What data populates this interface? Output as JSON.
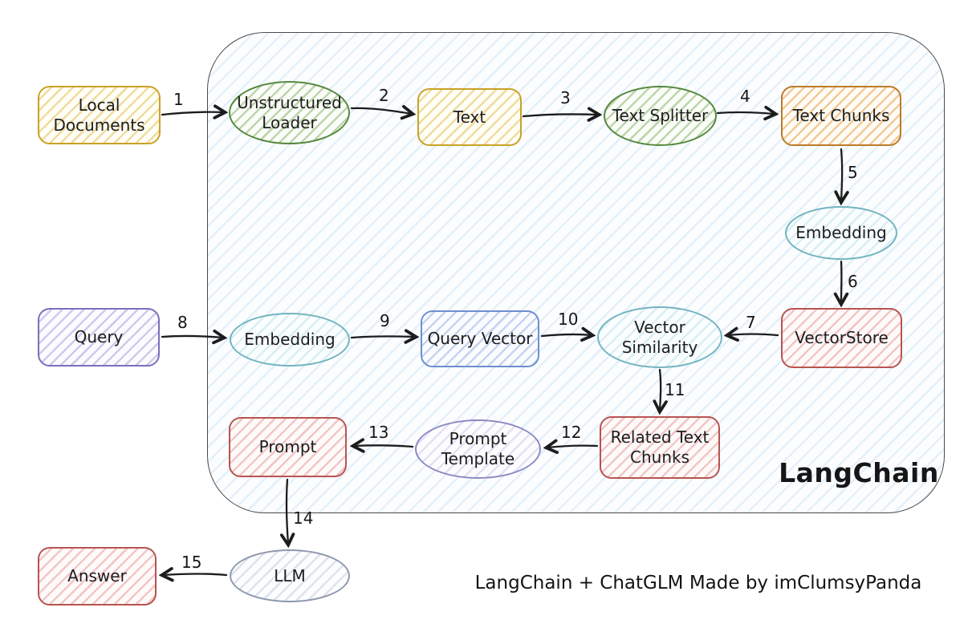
{
  "diagram": {
    "container": {
      "label": "LangChain",
      "border_color": "#4a4a4a",
      "fill_tint": "#dbeaf5"
    },
    "caption": "LangChain + ChatGLM Made by imClumsyPanda",
    "nodes": {
      "local_documents": {
        "label": "Local Documents",
        "shape": "rect",
        "color": "#c9a227"
      },
      "unstructured_loader": {
        "label": "Unstructured Loader",
        "shape": "ellipse",
        "color": "#55883e"
      },
      "text": {
        "label": "Text",
        "shape": "rect",
        "color": "#c9a227"
      },
      "text_splitter": {
        "label": "Text Splitter",
        "shape": "ellipse",
        "color": "#55883e"
      },
      "text_chunks": {
        "label": "Text Chunks",
        "shape": "rect",
        "color": "#bd7b28"
      },
      "embedding_store": {
        "label": "Embedding",
        "shape": "ellipse",
        "color": "#73b4c1"
      },
      "vectorstore": {
        "label": "VectorStore",
        "shape": "rect",
        "color": "#b85450"
      },
      "query": {
        "label": "Query",
        "shape": "rect",
        "color": "#7a70bd"
      },
      "embedding_query": {
        "label": "Embedding",
        "shape": "ellipse",
        "color": "#73b4c1"
      },
      "query_vector": {
        "label": "Query Vector",
        "shape": "rect",
        "color": "#6e8fd0"
      },
      "vector_similarity": {
        "label": "Vector Similarity",
        "shape": "ellipse",
        "color": "#73b4c1"
      },
      "related_text_chunks": {
        "label": "Related Text Chunks",
        "shape": "rect",
        "color": "#b85450"
      },
      "prompt_template": {
        "label": "Prompt Template",
        "shape": "ellipse",
        "color": "#8d88c2"
      },
      "prompt": {
        "label": "Prompt",
        "shape": "rect",
        "color": "#b85450"
      },
      "llm": {
        "label": "LLM",
        "shape": "ellipse",
        "color": "#8e99ae"
      },
      "answer": {
        "label": "Answer",
        "shape": "rect",
        "color": "#b85450"
      }
    },
    "edges": [
      {
        "label": "1",
        "from": "local_documents",
        "to": "unstructured_loader"
      },
      {
        "label": "2",
        "from": "unstructured_loader",
        "to": "text"
      },
      {
        "label": "3",
        "from": "text",
        "to": "text_splitter"
      },
      {
        "label": "4",
        "from": "text_splitter",
        "to": "text_chunks"
      },
      {
        "label": "5",
        "from": "text_chunks",
        "to": "embedding_store"
      },
      {
        "label": "6",
        "from": "embedding_store",
        "to": "vectorstore"
      },
      {
        "label": "7",
        "from": "vectorstore",
        "to": "vector_similarity"
      },
      {
        "label": "8",
        "from": "query",
        "to": "embedding_query"
      },
      {
        "label": "9",
        "from": "embedding_query",
        "to": "query_vector"
      },
      {
        "label": "10",
        "from": "query_vector",
        "to": "vector_similarity"
      },
      {
        "label": "11",
        "from": "vector_similarity",
        "to": "related_text_chunks"
      },
      {
        "label": "12",
        "from": "related_text_chunks",
        "to": "prompt_template"
      },
      {
        "label": "13",
        "from": "prompt_template",
        "to": "prompt"
      },
      {
        "label": "14",
        "from": "prompt",
        "to": "llm"
      },
      {
        "label": "15",
        "from": "llm",
        "to": "answer"
      }
    ]
  }
}
